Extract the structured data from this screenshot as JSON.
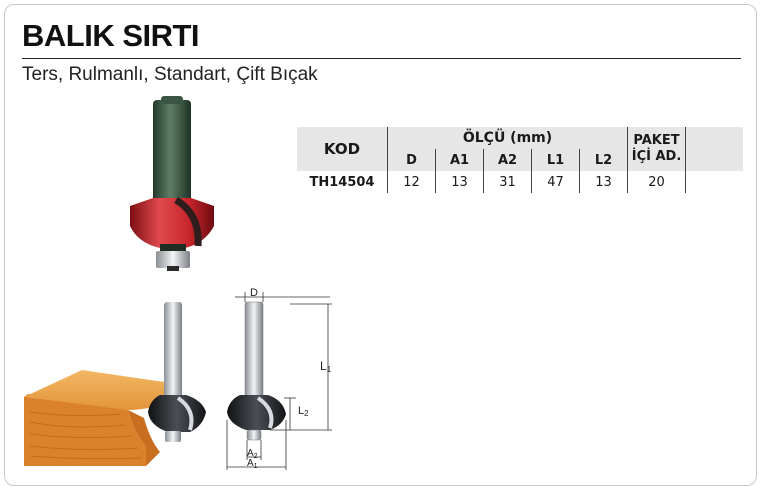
{
  "header": {
    "title": "BALIK SIRTI",
    "subtitle": "Ters, Rulmanlı, Standart, Çift Bıçak"
  },
  "table": {
    "kod_header": "KOD",
    "olcu_header": "ÖLÇÜ (mm)",
    "paket_header_line1": "PAKET",
    "paket_header_line2": "İÇİ AD.",
    "columns": [
      "D",
      "A1",
      "A2",
      "L1",
      "L2"
    ],
    "rows": [
      {
        "kod": "TH14504",
        "values": [
          "12",
          "13",
          "31",
          "47",
          "13"
        ],
        "paket": "20"
      }
    ]
  },
  "diagram": {
    "labels": {
      "d": "D",
      "l1": "L",
      "l1_sub": "1",
      "l2": "L",
      "l2_sub": "2",
      "a2": "A",
      "a2_sub": "2",
      "a1": "A",
      "a1_sub": "1"
    }
  },
  "colors": {
    "cutter_red": "#c7262c",
    "shank_green": "#3d5a45",
    "wood_orange": "#e79a3c",
    "table_header_bg": "#e6e6e6"
  }
}
